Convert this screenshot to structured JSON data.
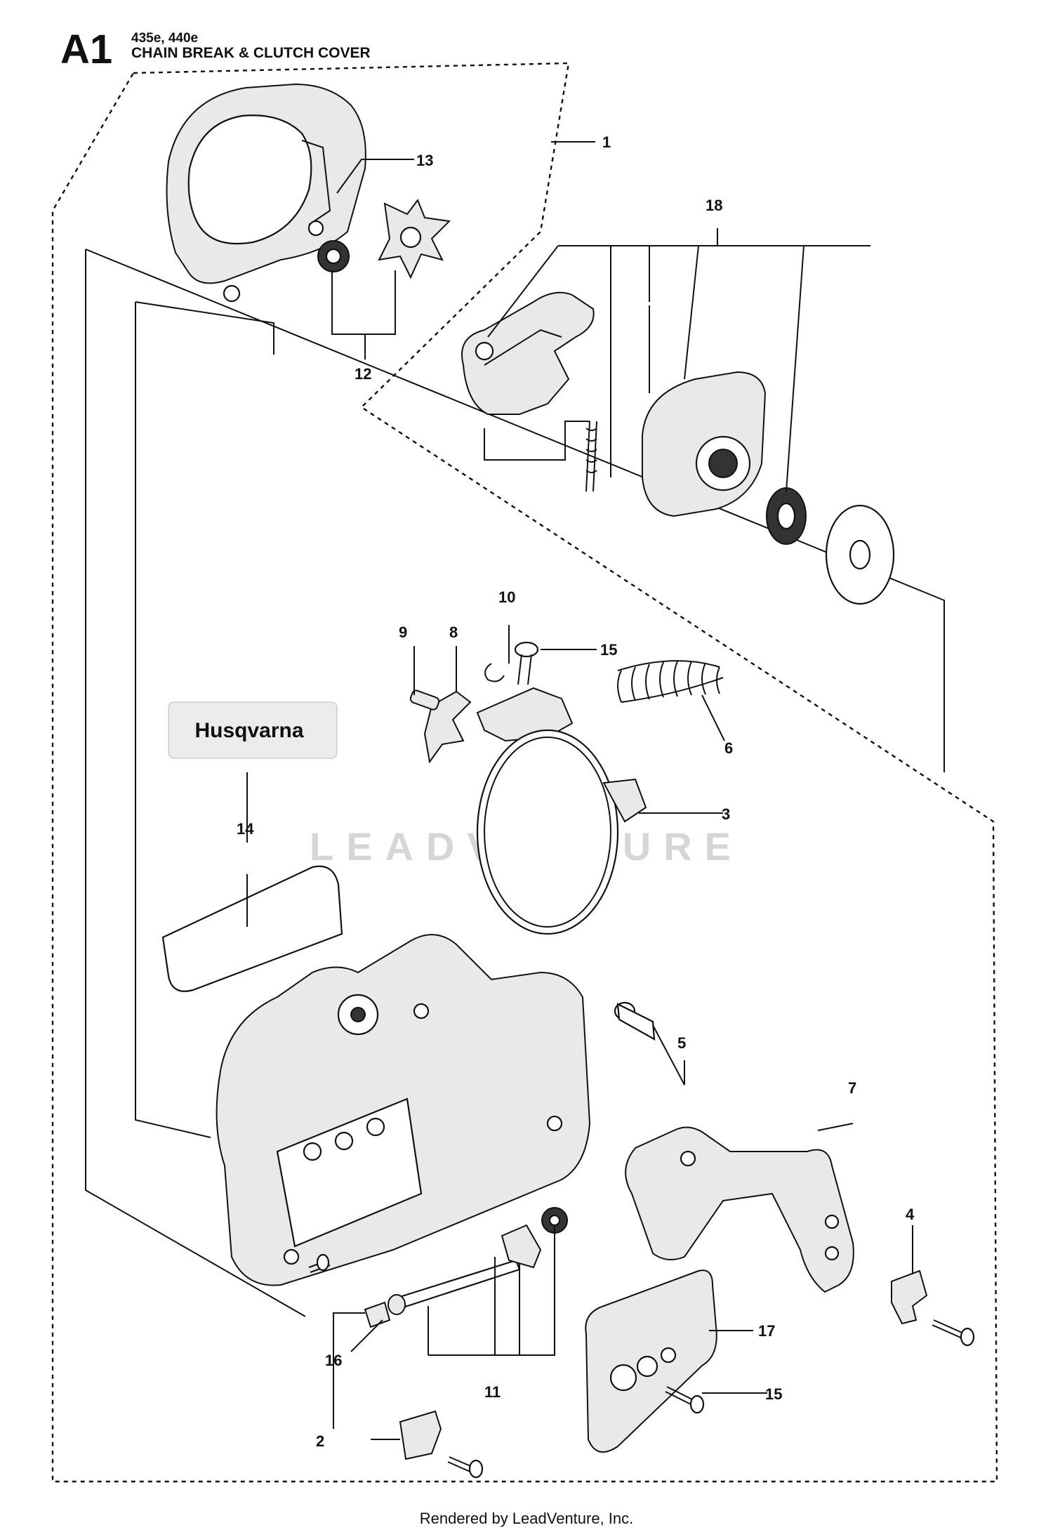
{
  "header": {
    "section": "A1",
    "models": "435e, 440e",
    "title": "CHAIN BREAK & CLUTCH COVER"
  },
  "callouts": [
    {
      "id": "c1",
      "label": "1"
    },
    {
      "id": "c2",
      "label": "2"
    },
    {
      "id": "c3",
      "label": "3"
    },
    {
      "id": "c4",
      "label": "4"
    },
    {
      "id": "c5",
      "label": "5"
    },
    {
      "id": "c6",
      "label": "6"
    },
    {
      "id": "c7",
      "label": "7"
    },
    {
      "id": "c8",
      "label": "8"
    },
    {
      "id": "c9",
      "label": "9"
    },
    {
      "id": "c10",
      "label": "10"
    },
    {
      "id": "c11",
      "label": "11"
    },
    {
      "id": "c12",
      "label": "12"
    },
    {
      "id": "c13",
      "label": "13"
    },
    {
      "id": "c14",
      "label": "14"
    },
    {
      "id": "c15a",
      "label": "15"
    },
    {
      "id": "c15b",
      "label": "15"
    },
    {
      "id": "c16",
      "label": "16"
    },
    {
      "id": "c17",
      "label": "17"
    },
    {
      "id": "c18",
      "label": "18"
    }
  ],
  "decal": {
    "brand": "Husqvarna"
  },
  "watermark": {
    "text": "LEADVENTURE"
  },
  "footer": {
    "text": "Rendered by LeadVenture, Inc."
  },
  "colors": {
    "ink": "#111111",
    "background": "#ffffff",
    "watermark": "#d6d6d6"
  }
}
